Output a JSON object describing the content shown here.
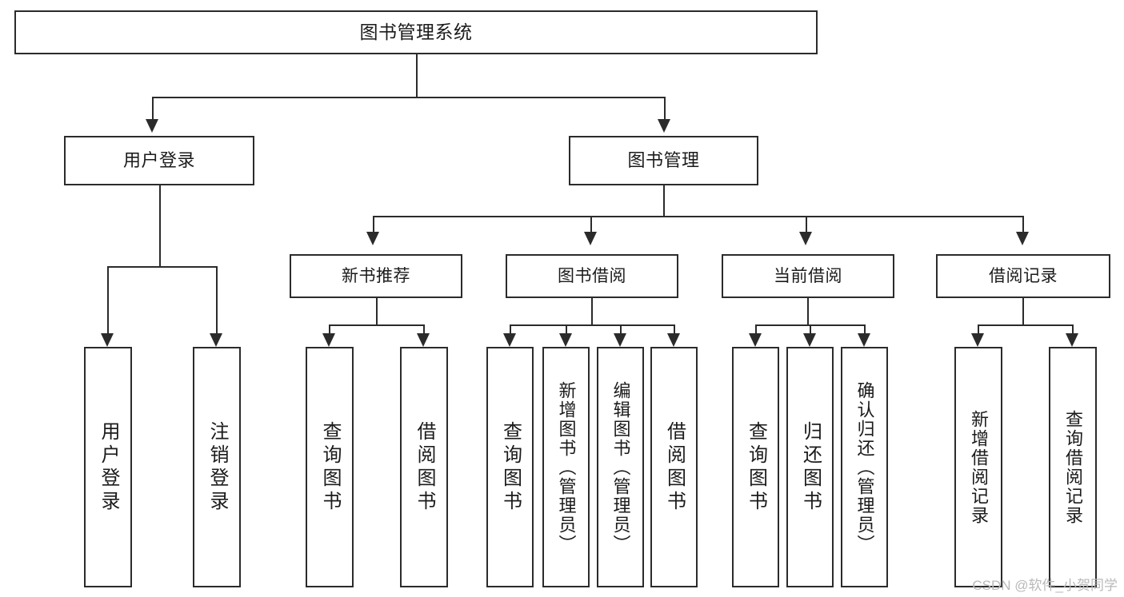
{
  "diagram": {
    "title": "图书管理系统",
    "root": {
      "label": "图书管理系统"
    },
    "level2": [
      {
        "label": "用户登录"
      },
      {
        "label": "图书管理"
      }
    ],
    "level3": [
      {
        "label": "新书推荐"
      },
      {
        "label": "图书借阅"
      },
      {
        "label": "当前借阅"
      },
      {
        "label": "借阅记录"
      }
    ],
    "leaves": [
      {
        "label": "用户登录"
      },
      {
        "label": "注销登录"
      },
      {
        "label": "查询图书"
      },
      {
        "label": "借阅图书"
      },
      {
        "label": "查询图书"
      },
      {
        "label": "新增图书（管理员）"
      },
      {
        "label": "编辑图书（管理员）"
      },
      {
        "label": "借阅图书"
      },
      {
        "label": "查询图书"
      },
      {
        "label": "归还图书"
      },
      {
        "label": "确认归还（管理员）"
      },
      {
        "label": "新增借阅记录"
      },
      {
        "label": "查询借阅记录"
      }
    ]
  },
  "watermark": {
    "text": "CSDN @软件_小贺同学"
  },
  "colors": {
    "stroke": "#2b2b2b",
    "background": "#ffffff",
    "text": "#1b1b1b",
    "watermark": "#b9b9b9"
  }
}
